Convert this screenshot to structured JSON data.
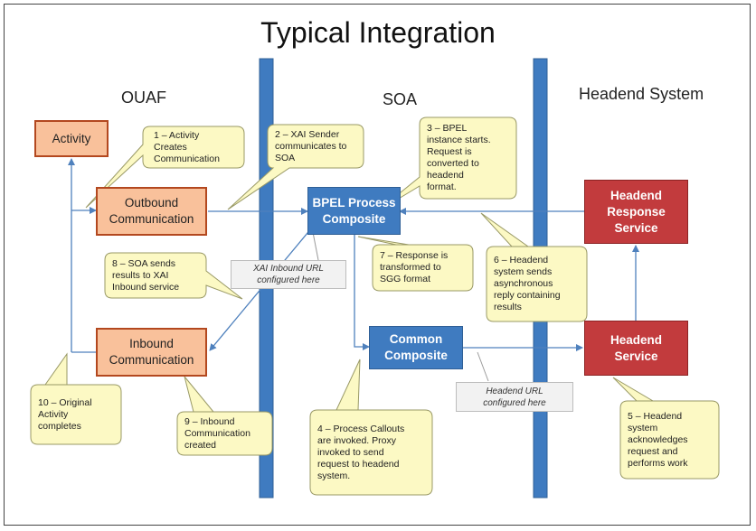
{
  "title": "Typical Integration",
  "sections": {
    "ouaf": "OUAF",
    "soa": "SOA",
    "headend": "Headend System"
  },
  "boxes": {
    "activity": "Activity",
    "outbound": "Outbound\nCommunication",
    "inbound": "Inbound\nCommunication",
    "bpel": "BPEL Process\nComposite",
    "common": "Common\nComposite",
    "headend_response": "Headend\nResponse\nService",
    "headend_service": "Headend\nService"
  },
  "notes": {
    "n1": "1 – Activity\nCreates\nCommunication",
    "n2": "2 – XAI Sender\ncommunicates to\nSOA",
    "n3": "3 – BPEL\ninstance starts.\nRequest is\nconverted to\nheadend\nformat.",
    "n4": "4 – Process Callouts\nare invoked.  Proxy\ninvoked to send\nrequest to headend\nsystem.",
    "n5": "5 – Headend\nsystem\nacknowledges\nrequest and\nperforms work",
    "n6": "6 – Headend\nsystem sends\nasynchronous\nreply containing\nresults",
    "n7": "7 – Response is\ntransformed to\nSGG format",
    "n8": "8 – SOA sends\nresults to XAI\nInbound service",
    "n9": "9 – Inbound\nCommunication\ncreated",
    "n10": "10 – Original\nActivity\ncompletes"
  },
  "labels": {
    "xai_inbound_url": "XAI Inbound URL\nconfigured here",
    "headend_url": "Headend URL\nconfigured here"
  },
  "colors": {
    "lane_bar": "#3f7bc0",
    "arrow": "#4f81bd",
    "note_fill": "#fcf9c4",
    "note_stroke": "#999966",
    "ouaf_box": "#f9c19b",
    "soa_box": "#3f7bc0",
    "headend_box": "#c23b3d"
  }
}
